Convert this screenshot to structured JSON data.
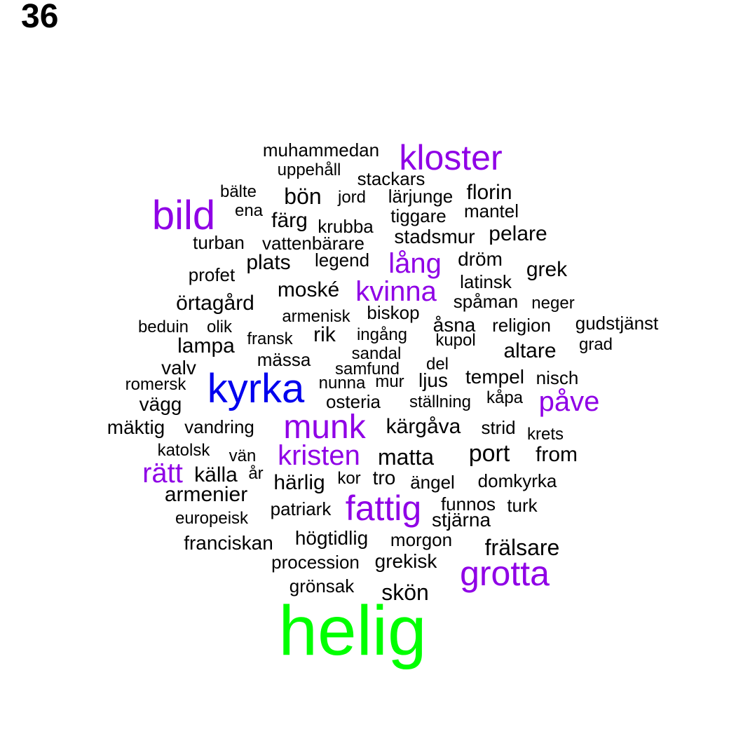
{
  "page_number": "36",
  "colors": {
    "black": "#000000",
    "purple": "#8f00e6",
    "blue": "#0000ee",
    "green": "#00ff00"
  },
  "words": [
    {
      "text": "helig",
      "color": "green"
    },
    {
      "text": "kyrka",
      "color": "blue"
    },
    {
      "text": "kloster",
      "color": "purple"
    },
    {
      "text": "bild",
      "color": "purple"
    },
    {
      "text": "munk",
      "color": "purple"
    },
    {
      "text": "grotta",
      "color": "purple"
    },
    {
      "text": "fattig",
      "color": "purple"
    },
    {
      "text": "kristen",
      "color": "purple"
    },
    {
      "text": "påve",
      "color": "purple"
    },
    {
      "text": "kvinna",
      "color": "purple"
    },
    {
      "text": "lång",
      "color": "purple"
    },
    {
      "text": "rätt",
      "color": "purple"
    },
    {
      "text": "muhammedan",
      "color": "black"
    },
    {
      "text": "uppehåll",
      "color": "black"
    },
    {
      "text": "stackars",
      "color": "black"
    },
    {
      "text": "bälte",
      "color": "black"
    },
    {
      "text": "bön",
      "color": "black"
    },
    {
      "text": "jord",
      "color": "black"
    },
    {
      "text": "lärjunge",
      "color": "black"
    },
    {
      "text": "florin",
      "color": "black"
    },
    {
      "text": "ena",
      "color": "black"
    },
    {
      "text": "tiggare",
      "color": "black"
    },
    {
      "text": "mantel",
      "color": "black"
    },
    {
      "text": "färg",
      "color": "black"
    },
    {
      "text": "krubba",
      "color": "black"
    },
    {
      "text": "stadsmur",
      "color": "black"
    },
    {
      "text": "pelare",
      "color": "black"
    },
    {
      "text": "turban",
      "color": "black"
    },
    {
      "text": "vattenbärare",
      "color": "black"
    },
    {
      "text": "plats",
      "color": "black"
    },
    {
      "text": "legend",
      "color": "black"
    },
    {
      "text": "dröm",
      "color": "black"
    },
    {
      "text": "profet",
      "color": "black"
    },
    {
      "text": "grek",
      "color": "black"
    },
    {
      "text": "latinsk",
      "color": "black"
    },
    {
      "text": "moské",
      "color": "black"
    },
    {
      "text": "örtagård",
      "color": "black"
    },
    {
      "text": "spåman",
      "color": "black"
    },
    {
      "text": "neger",
      "color": "black"
    },
    {
      "text": "armenisk",
      "color": "black"
    },
    {
      "text": "biskop",
      "color": "black"
    },
    {
      "text": "beduin",
      "color": "black"
    },
    {
      "text": "olik",
      "color": "black"
    },
    {
      "text": "åsna",
      "color": "black"
    },
    {
      "text": "religion",
      "color": "black"
    },
    {
      "text": "gudstjänst",
      "color": "black"
    },
    {
      "text": "fransk",
      "color": "black"
    },
    {
      "text": "rik",
      "color": "black"
    },
    {
      "text": "ingång",
      "color": "black"
    },
    {
      "text": "kupol",
      "color": "black"
    },
    {
      "text": "lampa",
      "color": "black"
    },
    {
      "text": "grad",
      "color": "black"
    },
    {
      "text": "altare",
      "color": "black"
    },
    {
      "text": "sandal",
      "color": "black"
    },
    {
      "text": "mässa",
      "color": "black"
    },
    {
      "text": "valv",
      "color": "black"
    },
    {
      "text": "samfund",
      "color": "black"
    },
    {
      "text": "del",
      "color": "black"
    },
    {
      "text": "tempel",
      "color": "black"
    },
    {
      "text": "nisch",
      "color": "black"
    },
    {
      "text": "romersk",
      "color": "black"
    },
    {
      "text": "nunna",
      "color": "black"
    },
    {
      "text": "mur",
      "color": "black"
    },
    {
      "text": "ljus",
      "color": "black"
    },
    {
      "text": "kåpa",
      "color": "black"
    },
    {
      "text": "vägg",
      "color": "black"
    },
    {
      "text": "osteria",
      "color": "black"
    },
    {
      "text": "ställning",
      "color": "black"
    },
    {
      "text": "mäktig",
      "color": "black"
    },
    {
      "text": "vandring",
      "color": "black"
    },
    {
      "text": "kärgåva",
      "color": "black"
    },
    {
      "text": "strid",
      "color": "black"
    },
    {
      "text": "krets",
      "color": "black"
    },
    {
      "text": "katolsk",
      "color": "black"
    },
    {
      "text": "vän",
      "color": "black"
    },
    {
      "text": "matta",
      "color": "black"
    },
    {
      "text": "port",
      "color": "black"
    },
    {
      "text": "from",
      "color": "black"
    },
    {
      "text": "källa",
      "color": "black"
    },
    {
      "text": "år",
      "color": "black"
    },
    {
      "text": "härlig",
      "color": "black"
    },
    {
      "text": "kor",
      "color": "black"
    },
    {
      "text": "tro",
      "color": "black"
    },
    {
      "text": "ängel",
      "color": "black"
    },
    {
      "text": "domkyrka",
      "color": "black"
    },
    {
      "text": "armenier",
      "color": "black"
    },
    {
      "text": "patriark",
      "color": "black"
    },
    {
      "text": "funnos",
      "color": "black"
    },
    {
      "text": "turk",
      "color": "black"
    },
    {
      "text": "europeisk",
      "color": "black"
    },
    {
      "text": "stjärna",
      "color": "black"
    },
    {
      "text": "franciskan",
      "color": "black"
    },
    {
      "text": "högtidlig",
      "color": "black"
    },
    {
      "text": "morgon",
      "color": "black"
    },
    {
      "text": "frälsare",
      "color": "black"
    },
    {
      "text": "procession",
      "color": "black"
    },
    {
      "text": "grekisk",
      "color": "black"
    },
    {
      "text": "grönsak",
      "color": "black"
    },
    {
      "text": "skön",
      "color": "black"
    }
  ]
}
